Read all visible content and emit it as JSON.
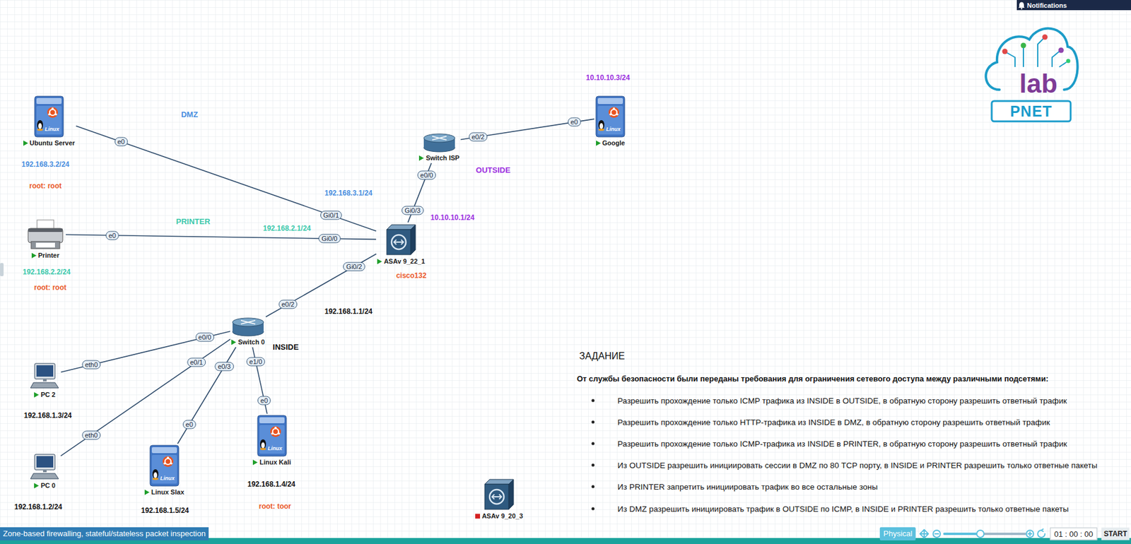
{
  "diagram": {
    "nodes": [
      {
        "text": [
          "Ubuntu Server"
        ]
      },
      {
        "text": [
          "Printer"
        ]
      },
      {
        "text": [
          "Switch ISP"
        ]
      },
      {
        "text": [
          "Google"
        ]
      },
      {
        "text": [
          "ASAv 9_22_1"
        ]
      },
      {
        "text": [
          "Switch 0"
        ]
      },
      {
        "text": [
          "PC 2"
        ]
      },
      {
        "text": [
          "PC 0"
        ]
      },
      {
        "text": [
          "Linux Slax"
        ]
      },
      {
        "text": [
          "Linux Kali"
        ]
      },
      {
        "text": [
          "ASAv 9_20_3"
        ]
      }
    ],
    "edges": [
      {
        "from": 0,
        "to": 4,
        "arrow": "none"
      },
      {
        "from": 1,
        "to": 4,
        "arrow": "none"
      },
      {
        "from": 4,
        "to": 2,
        "arrow": "none"
      },
      {
        "from": 2,
        "to": 3,
        "arrow": "none"
      },
      {
        "from": 4,
        "to": 5,
        "arrow": "none"
      },
      {
        "from": 5,
        "to": 6,
        "arrow": "none"
      },
      {
        "from": 5,
        "to": 7,
        "arrow": "none"
      },
      {
        "from": 5,
        "to": 8,
        "arrow": "none"
      },
      {
        "from": 5,
        "to": 9,
        "arrow": "none"
      }
    ],
    "labels": [
      "DMZ",
      "192.168.3.2/24",
      "root: root",
      "PRINTER",
      "192.168.2.2/24",
      "root: root",
      "192.168.3.1/24",
      "192.168.2.1/24",
      "10.10.10.3/24",
      "OUTSIDE",
      "10.10.10.1/24",
      "cisco132",
      "192.168.1.1/24",
      "INSIDE",
      "192.168.1.3/24",
      "192.168.1.2/24",
      "192.168.1.5/24",
      "192.168.1.4/24",
      "root: toor",
      "e0",
      "Gi0/1",
      "e0",
      "Gi0/0",
      "Gi0/3",
      "e0/0",
      "e0/2",
      "e0",
      "Gi0/2",
      "e0/2",
      "e0/0",
      "eth0",
      "e0/1",
      "eth0",
      "e0/3",
      "e0",
      "e1/0",
      "e0",
      "Linux",
      "Linux",
      "Linux",
      "Linux",
      "ЗАДАНИЕ",
      "От службы безопасности были переданы требования для ограничения сетевого доступа между различными подсетями:",
      "Разрешить прохождение только ICMP трафика из INSIDE в OUTSIDE, в обратную сторону разрешить ответный трафик",
      "Разрешить прохождение только HTTP-трафика из INSIDE в DMZ, в обратную сторону разрешить ответный трафик",
      "Разрешить прохождение только ICMP-трафика из INSIDE в PRINTER, в обратную сторону разрешить ответный трафик",
      "Из OUTSIDE разрешить инициировать сессии в DMZ по 80 TCP порту, в INSIDE и PRINTER разрешить только ответные пакеты",
      "Из PRINTER запретить инициировать трафик во все остальные зоны",
      "Из DMZ разрешить инициировать трафик в OUTSIDE по ICMP, в INSIDE и PRINTER разрешить только ответные пакеты",
      "Notifications",
      "lab",
      "PNET",
      "Zone-based firewalling, stateful/stateless packet inspection",
      "Physical",
      "01 : 00 : 00",
      "START"
    ]
  }
}
